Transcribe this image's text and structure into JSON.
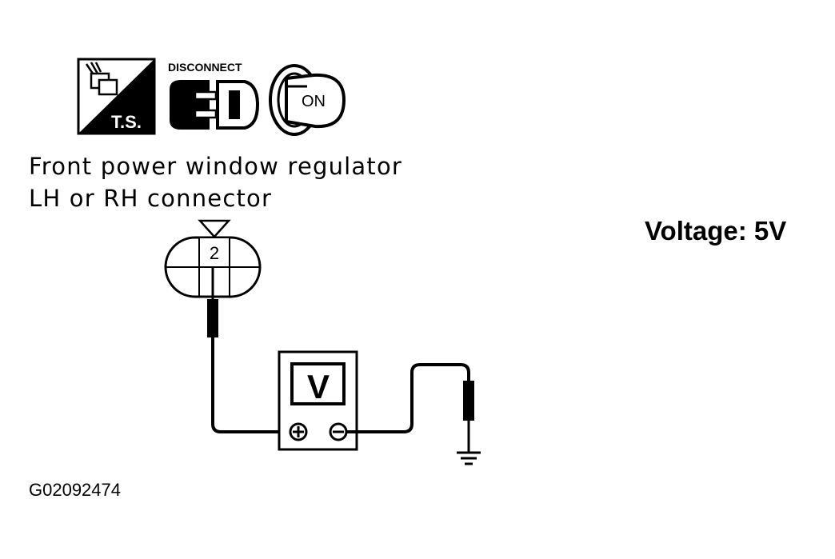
{
  "icons": {
    "test_step": {
      "name": "test-step-icon",
      "label": "T.S."
    },
    "disconnect": {
      "name": "disconnect-connector-icon",
      "label": "DISCONNECT"
    },
    "ignition": {
      "name": "ignition-key-on-icon",
      "label": "ON"
    }
  },
  "connector": {
    "title_line1": "Front power window regulator",
    "title_line2": "LH or RH connector",
    "terminal": "2"
  },
  "meter": {
    "label": "V",
    "plus": "+",
    "minus": "−"
  },
  "spec": {
    "text": "Voltage: 5V"
  },
  "figure_id": "G02092474"
}
